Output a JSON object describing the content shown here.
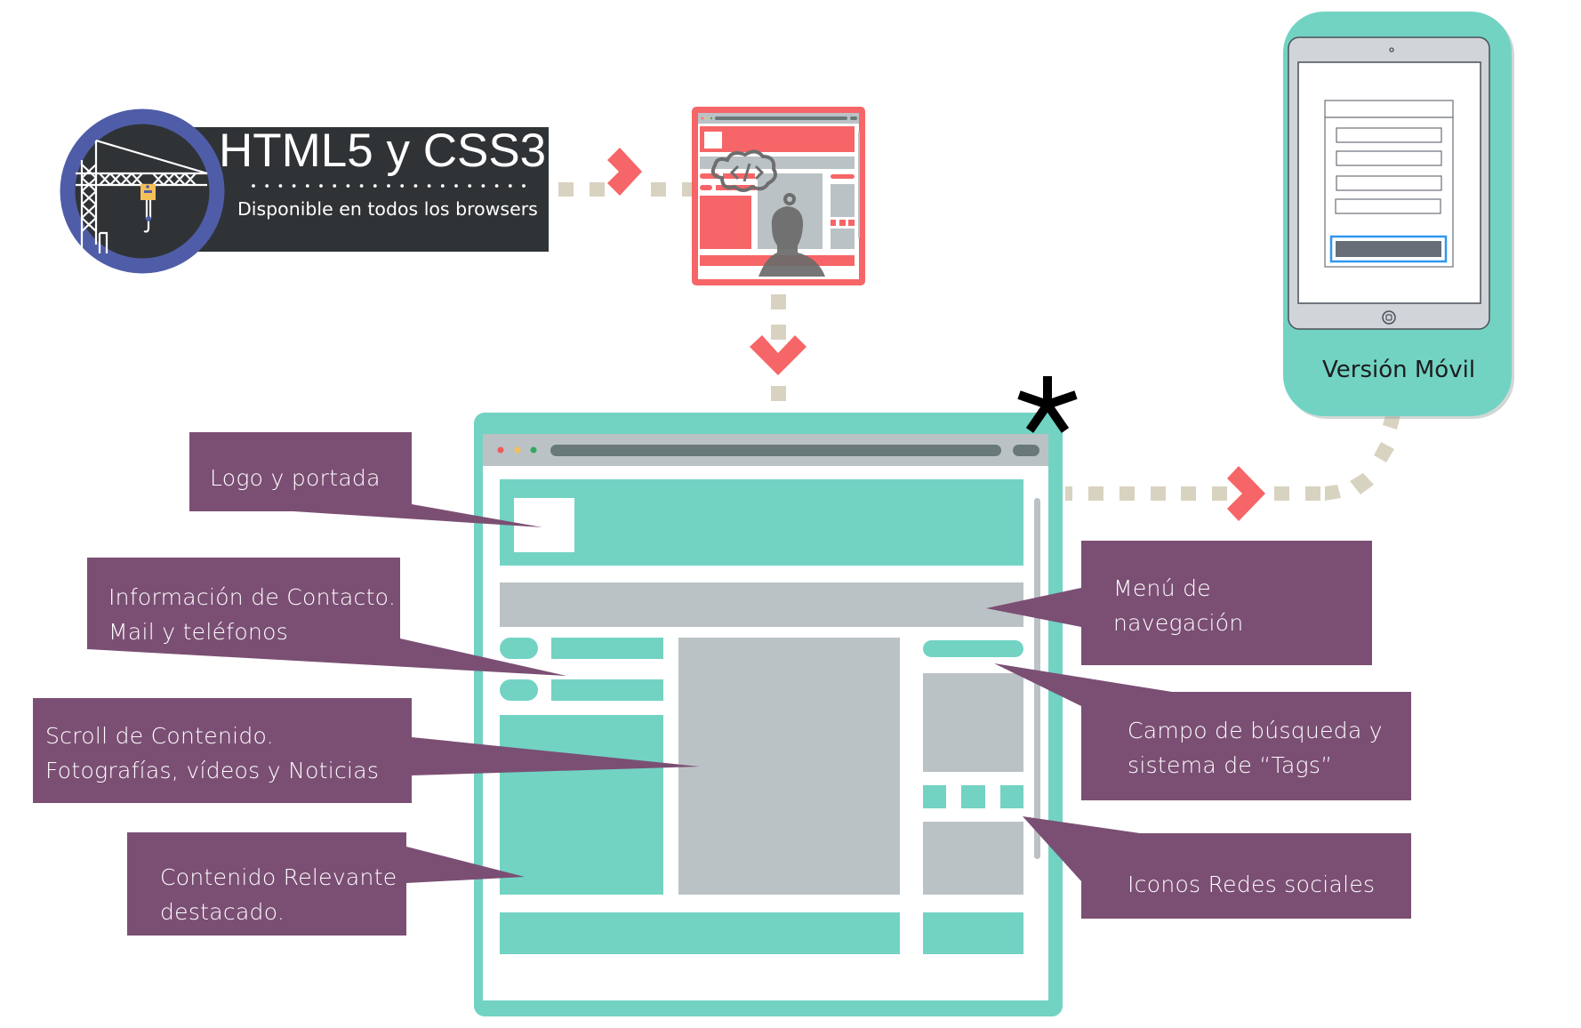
{
  "diagram": {
    "badge": {
      "title": "HTML5 y CSS3",
      "subtitle": "Disponible en todos los browsers",
      "icon": "crane-icon"
    },
    "mockup_icon": "developer-browser-icon",
    "mobile": {
      "label": "Versión Móvil",
      "icon": "tablet-icon"
    },
    "asterisk": "*",
    "callouts": [
      {
        "id": "logo",
        "lines": [
          "Logo y portada"
        ]
      },
      {
        "id": "contact",
        "lines": [
          "Información de Contacto.",
          "Mail y teléfonos"
        ]
      },
      {
        "id": "scroll",
        "lines": [
          "Scroll de Contenido.",
          "Fotografías, vídeos y Noticias"
        ]
      },
      {
        "id": "relevant",
        "lines": [
          "Contenido Relevante",
          "destacado."
        ]
      },
      {
        "id": "menu",
        "lines": [
          "Menú de",
          "navegación"
        ]
      },
      {
        "id": "search",
        "lines": [
          "Campo de búsqueda y",
          "sistema de “Tags”"
        ]
      },
      {
        "id": "social",
        "lines": [
          "Iconos Redes sociales"
        ]
      }
    ],
    "colors": {
      "teal": "#72D3C3",
      "gray": "#BBC2C5",
      "coral": "#F66567",
      "purple": "#7B4F74",
      "dark": "#2F3336",
      "ring": "#4F5DA8",
      "dash": "#D8D2C0",
      "urlbar": "#687978"
    }
  }
}
